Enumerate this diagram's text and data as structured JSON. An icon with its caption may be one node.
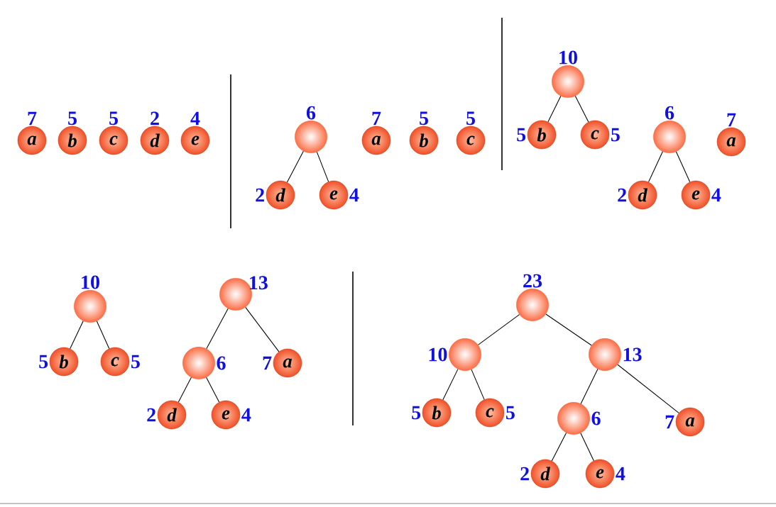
{
  "diagram": {
    "nodes": [
      {
        "text": [
          "a"
        ],
        "beside": [
          "7"
        ]
      },
      {
        "text": [
          "b"
        ],
        "beside": [
          "5"
        ]
      },
      {
        "text": [
          "c"
        ],
        "beside": [
          "5"
        ]
      },
      {
        "text": [
          "d"
        ],
        "beside": [
          "2"
        ]
      },
      {
        "text": [
          "e"
        ],
        "beside": [
          "4"
        ]
      },
      {
        "text": [],
        "shape": "circle",
        "beside": [
          "6"
        ]
      },
      {
        "text": [
          "d"
        ],
        "beside": [
          "2"
        ]
      },
      {
        "text": [
          "e"
        ],
        "beside": [
          "4"
        ]
      },
      {
        "text": [
          "a"
        ],
        "beside": [
          "7"
        ]
      },
      {
        "text": [
          "b"
        ],
        "beside": [
          "5"
        ]
      },
      {
        "text": [
          "c"
        ],
        "beside": [
          "5"
        ]
      },
      {
        "text": [],
        "shape": "circle",
        "beside": [
          "10"
        ]
      },
      {
        "text": [
          "b"
        ],
        "beside": [
          "5"
        ]
      },
      {
        "text": [
          "c"
        ],
        "beside": [
          "5"
        ]
      },
      {
        "text": [],
        "shape": "circle",
        "beside": [
          "6"
        ]
      },
      {
        "text": [
          "d"
        ],
        "beside": [
          "2"
        ]
      },
      {
        "text": [
          "e"
        ],
        "beside": [
          "4"
        ]
      },
      {
        "text": [
          "a"
        ],
        "beside": [
          "7"
        ]
      },
      {
        "text": [],
        "shape": "circle",
        "beside": [
          "10"
        ]
      },
      {
        "text": [
          "b"
        ],
        "beside": [
          "5"
        ]
      },
      {
        "text": [
          "c"
        ],
        "beside": [
          "5"
        ]
      },
      {
        "text": [],
        "shape": "circle",
        "beside": [
          "13"
        ]
      },
      {
        "text": [],
        "shape": "circle",
        "beside": [
          "6"
        ]
      },
      {
        "text": [
          "a"
        ],
        "beside": [
          "7"
        ]
      },
      {
        "text": [
          "d"
        ],
        "beside": [
          "2"
        ]
      },
      {
        "text": [
          "e"
        ],
        "beside": [
          "4"
        ]
      },
      {
        "text": [],
        "shape": "circle",
        "beside": [
          "23"
        ]
      },
      {
        "text": [],
        "shape": "circle",
        "beside": [
          "10"
        ]
      },
      {
        "text": [],
        "shape": "circle",
        "beside": [
          "13"
        ]
      },
      {
        "text": [
          "b"
        ],
        "beside": [
          "5"
        ]
      },
      {
        "text": [
          "c"
        ],
        "beside": [
          "5"
        ]
      },
      {
        "text": [],
        "shape": "circle",
        "beside": [
          "6"
        ]
      },
      {
        "text": [
          "a"
        ],
        "beside": [
          "7"
        ]
      },
      {
        "text": [
          "d"
        ],
        "beside": [
          "2"
        ]
      },
      {
        "text": [
          "e"
        ],
        "beside": [
          "4"
        ]
      }
    ],
    "edges": [
      {
        "from": 5,
        "to": 6,
        "arrow": "none"
      },
      {
        "from": 5,
        "to": 7,
        "arrow": "none"
      },
      {
        "from": 11,
        "to": 12,
        "arrow": "none"
      },
      {
        "from": 11,
        "to": 13,
        "arrow": "none"
      },
      {
        "from": 14,
        "to": 15,
        "arrow": "none"
      },
      {
        "from": 14,
        "to": 16,
        "arrow": "none"
      },
      {
        "from": 18,
        "to": 19,
        "arrow": "none"
      },
      {
        "from": 18,
        "to": 20,
        "arrow": "none"
      },
      {
        "from": 21,
        "to": 22,
        "arrow": "none"
      },
      {
        "from": 21,
        "to": 23,
        "arrow": "none"
      },
      {
        "from": 22,
        "to": 24,
        "arrow": "none"
      },
      {
        "from": 22,
        "to": 25,
        "arrow": "none"
      },
      {
        "from": 26,
        "to": 27,
        "arrow": "none"
      },
      {
        "from": 26,
        "to": 28,
        "arrow": "none"
      },
      {
        "from": 27,
        "to": 29,
        "arrow": "none"
      },
      {
        "from": 27,
        "to": 30,
        "arrow": "none"
      },
      {
        "from": 28,
        "to": 31,
        "arrow": "none"
      },
      {
        "from": 28,
        "to": 32,
        "arrow": "none"
      },
      {
        "from": 31,
        "to": 33,
        "arrow": "none"
      },
      {
        "from": 31,
        "to": 34,
        "arrow": "none"
      }
    ]
  }
}
